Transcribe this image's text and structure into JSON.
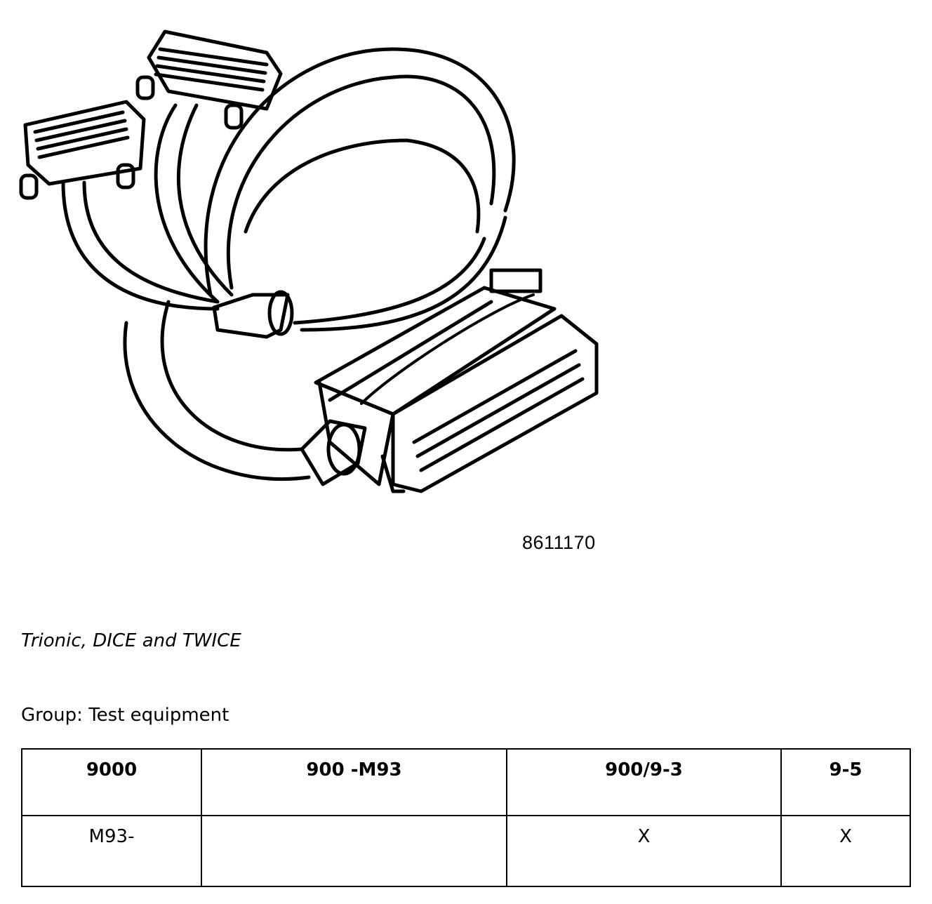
{
  "figure": {
    "part_number": "8611170",
    "icon": "adapter-cable-illustration"
  },
  "document": {
    "subtitle": "Trionic, DICE and TWICE",
    "group_label": "Group:",
    "group_value": "Test equipment"
  },
  "table": {
    "headers": [
      "9000",
      "900 -M93",
      "900/9-3",
      "9-5"
    ],
    "rows": [
      [
        "M93-",
        "",
        "X",
        "X"
      ]
    ]
  }
}
